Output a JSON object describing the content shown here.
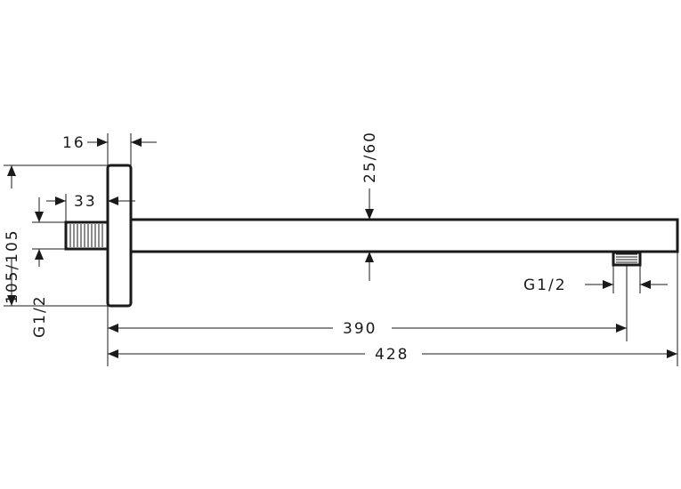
{
  "dimensions": {
    "flange_thickness": "16",
    "offset_33": "33",
    "flange_height": "105/105",
    "thread_left": "G1/2",
    "arm_section": "25/60",
    "thread_outlet": "G1/2",
    "length_to_outlet": "390",
    "overall_length": "428"
  }
}
